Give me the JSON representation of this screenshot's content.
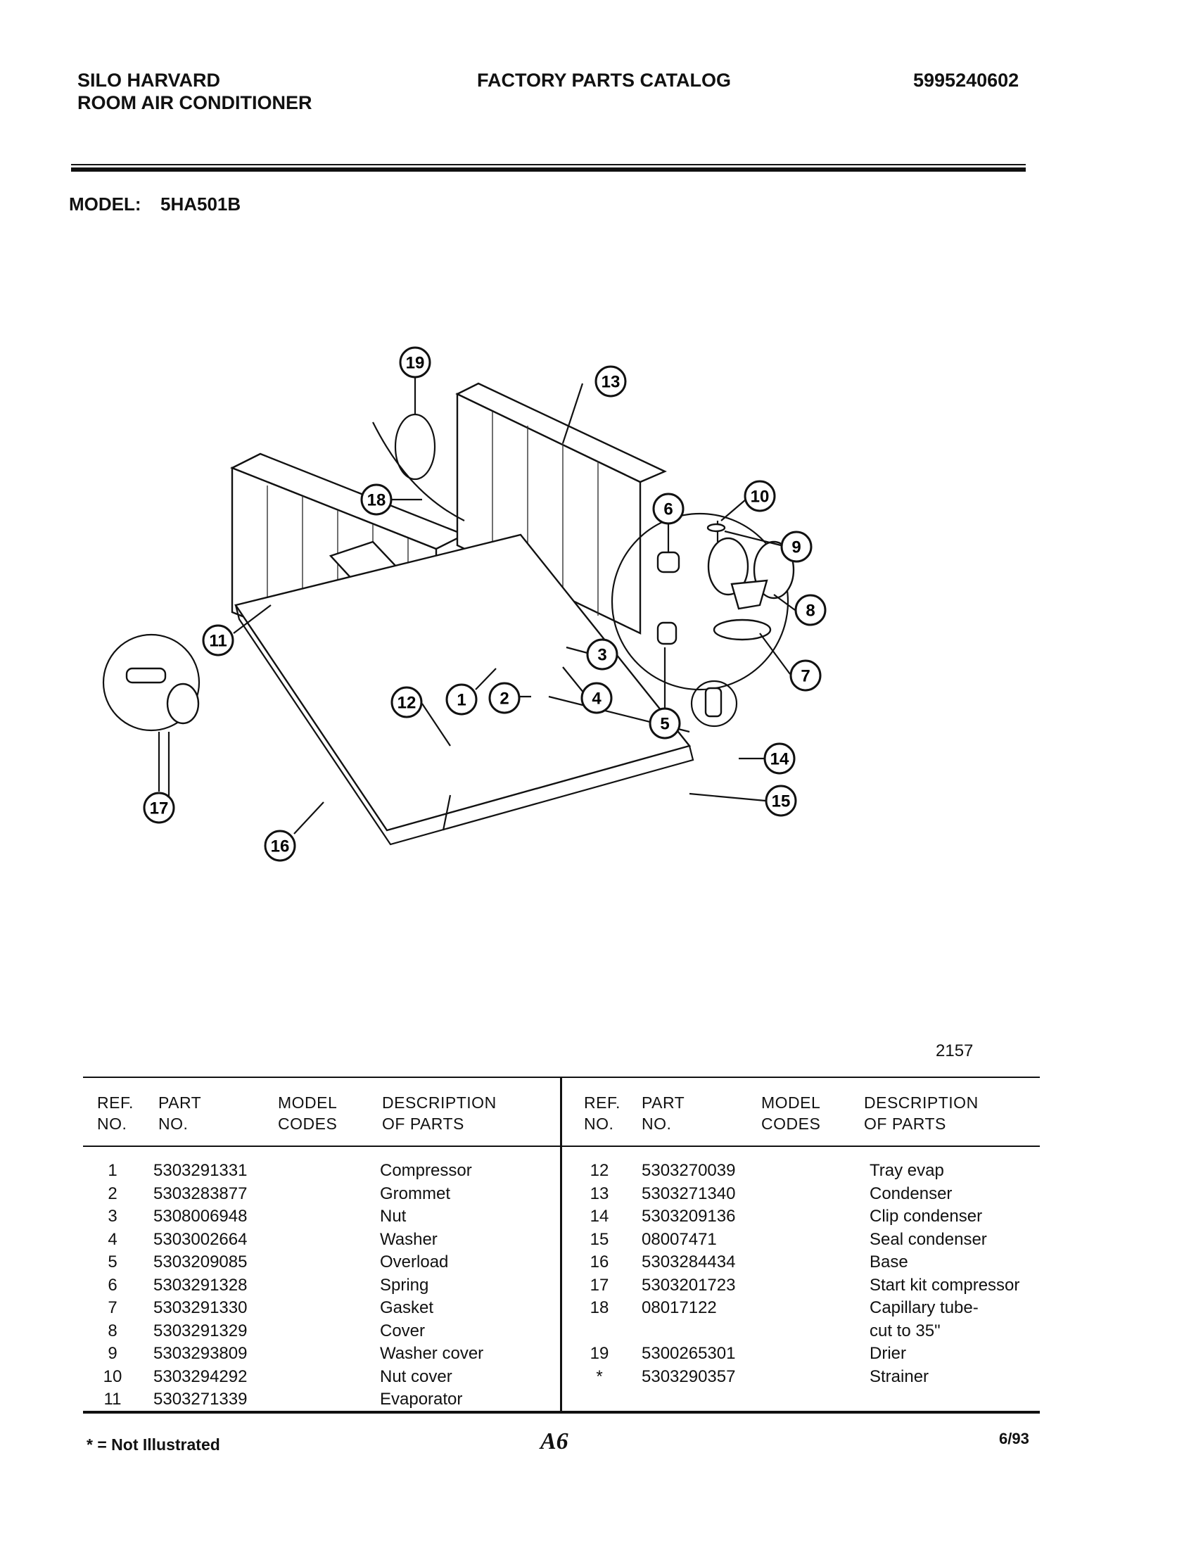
{
  "header": {
    "brand_line1": "SILO HARVARD",
    "brand_line2": "ROOM AIR CONDITIONER",
    "catalog_title": "FACTORY PARTS CATALOG",
    "catalog_number": "5995240602",
    "model_label": "MODEL:",
    "model_value": "5HA501B"
  },
  "diagram": {
    "callouts": [
      "1",
      "2",
      "3",
      "4",
      "5",
      "6",
      "7",
      "8",
      "9",
      "10",
      "11",
      "12",
      "13",
      "14",
      "15",
      "16",
      "17",
      "18",
      "19"
    ],
    "drawing_number": "2157"
  },
  "table": {
    "headers": {
      "ref_line1": "REF.",
      "ref_line2": "NO.",
      "part_line1": "PART",
      "part_line2": "NO.",
      "model_line1": "MODEL",
      "model_line2": "CODES",
      "desc_line1": "DESCRIPTION",
      "desc_line2": "OF PARTS"
    },
    "left_rows": [
      {
        "ref": "1",
        "part": "5303291331",
        "desc": "Compressor"
      },
      {
        "ref": "2",
        "part": "5303283877",
        "desc": "Grommet"
      },
      {
        "ref": "3",
        "part": "5308006948",
        "desc": "Nut"
      },
      {
        "ref": "4",
        "part": "5303002664",
        "desc": "Washer"
      },
      {
        "ref": "5",
        "part": "5303209085",
        "desc": "Overload"
      },
      {
        "ref": "6",
        "part": "5303291328",
        "desc": "Spring"
      },
      {
        "ref": "7",
        "part": "5303291330",
        "desc": "Gasket"
      },
      {
        "ref": "8",
        "part": "5303291329",
        "desc": "Cover"
      },
      {
        "ref": "9",
        "part": "5303293809",
        "desc": "Washer cover"
      },
      {
        "ref": "10",
        "part": "5303294292",
        "desc": "Nut cover"
      },
      {
        "ref": "11",
        "part": "5303271339",
        "desc": "Evaporator"
      }
    ],
    "right_rows": [
      {
        "ref": "12",
        "part": "5303270039",
        "desc": "Tray evap"
      },
      {
        "ref": "13",
        "part": "5303271340",
        "desc": "Condenser"
      },
      {
        "ref": "14",
        "part": "5303209136",
        "desc": "Clip condenser"
      },
      {
        "ref": "15",
        "part": "08007471",
        "desc": "Seal condenser"
      },
      {
        "ref": "16",
        "part": "5303284434",
        "desc": "Base"
      },
      {
        "ref": "17",
        "part": "5303201723",
        "desc": "Start kit compressor"
      },
      {
        "ref": "18",
        "part": "08017122",
        "desc": "Capillary tube-"
      },
      {
        "ref": "",
        "part": "",
        "desc": "cut to 35\""
      },
      {
        "ref": "19",
        "part": "5300265301",
        "desc": "Drier"
      },
      {
        "ref": "*",
        "part": "5303290357",
        "desc": "Strainer"
      }
    ]
  },
  "footer": {
    "note": "* = Not Illustrated",
    "page": "A6",
    "date": "6/93"
  }
}
